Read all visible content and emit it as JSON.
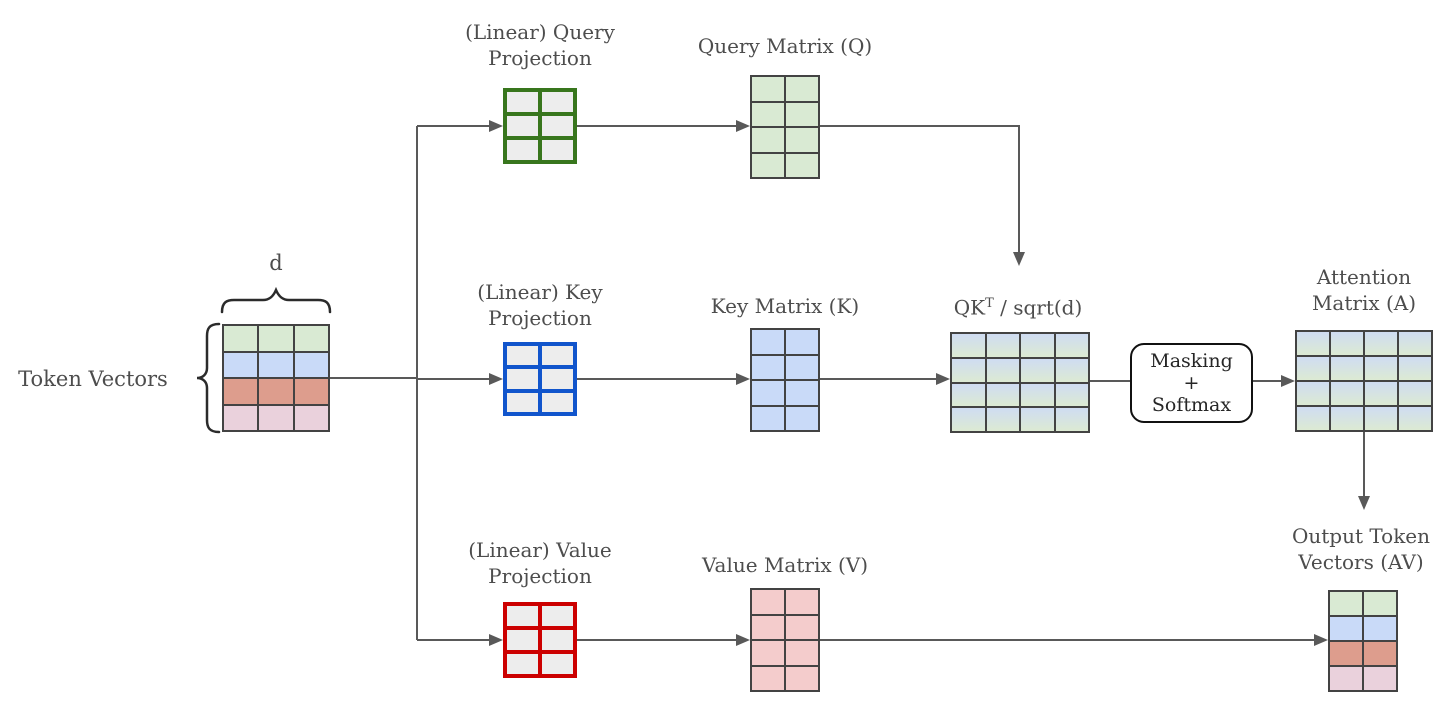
{
  "diagram_title": "self-attention-flow",
  "labels": {
    "token_vectors": "Token Vectors",
    "dim": "d",
    "query_projection_l1": "(Linear) Query",
    "query_projection_l2": "Projection",
    "key_projection_l1": "(Linear) Key",
    "key_projection_l2": "Projection",
    "value_projection_l1": "(Linear) Value",
    "value_projection_l2": "Projection",
    "query_matrix": "Query Matrix (Q)",
    "key_matrix": "Key Matrix (K)",
    "value_matrix": "Value Matrix (V)",
    "qk_pre": "QK",
    "qk_sup": "T",
    "qk_post": " / sqrt(d)",
    "masking_l1": "Masking",
    "masking_l2": "+",
    "masking_l3": "Softmax",
    "attention_l1": "Attention",
    "attention_l2": "Matrix (A)",
    "output_l1": "Output Token",
    "output_l2": "Vectors (AV)"
  },
  "colors": {
    "connector_line": "#595959",
    "text": "#4d4d4d",
    "cell_border": "#434343",
    "brace": "#2b2b2b",
    "query_accent": "#38761d",
    "key_accent": "#1155cc",
    "value_accent": "#cc0000",
    "green_fill": "#d9ead3",
    "blue_fill": "#c9daf8",
    "salmon_fill": "#dd9d8d",
    "pink_fill": "#ead1dc",
    "light_red_fill": "#f4cccc",
    "proj_cell_fill": "#ededed",
    "gradient_top": "#cfdcf2",
    "gradient_bottom": "#dcead3"
  },
  "grids": {
    "token": {
      "rows": 4,
      "cols": 3,
      "row_colors": [
        "#d9ead3",
        "#c9daf8",
        "#dd9d8d",
        "#ead1dc"
      ],
      "line": "#434343",
      "thickness": 2
    },
    "query_proj": {
      "rows": 3,
      "cols": 2,
      "fill": "#ededed",
      "line": "#38761d",
      "thickness": 4
    },
    "key_proj": {
      "rows": 3,
      "cols": 2,
      "fill": "#ededed",
      "line": "#1155cc",
      "thickness": 4
    },
    "value_proj": {
      "rows": 3,
      "cols": 2,
      "fill": "#ededed",
      "line": "#cc0000",
      "thickness": 4
    },
    "query_matrix": {
      "rows": 4,
      "cols": 2,
      "fill": "#d9ead3",
      "line": "#434343",
      "thickness": 2
    },
    "key_matrix": {
      "rows": 4,
      "cols": 2,
      "fill": "#c9daf8",
      "line": "#434343",
      "thickness": 2
    },
    "value_matrix": {
      "rows": 4,
      "cols": 2,
      "fill": "#f4cccc",
      "line": "#434343",
      "thickness": 2
    },
    "qk_matrix": {
      "rows": 4,
      "cols": 4,
      "gradient": [
        "#cfdcf2",
        "#dcead3"
      ],
      "line": "#434343",
      "thickness": 2
    },
    "attention_matrix": {
      "rows": 4,
      "cols": 4,
      "gradient": [
        "#cfdcf2",
        "#dcead3"
      ],
      "line": "#434343",
      "thickness": 2
    },
    "output_matrix": {
      "rows": 4,
      "cols": 2,
      "row_colors": [
        "#d9ead3",
        "#c9daf8",
        "#dd9d8d",
        "#ead1dc"
      ],
      "line": "#434343",
      "thickness": 2
    }
  }
}
